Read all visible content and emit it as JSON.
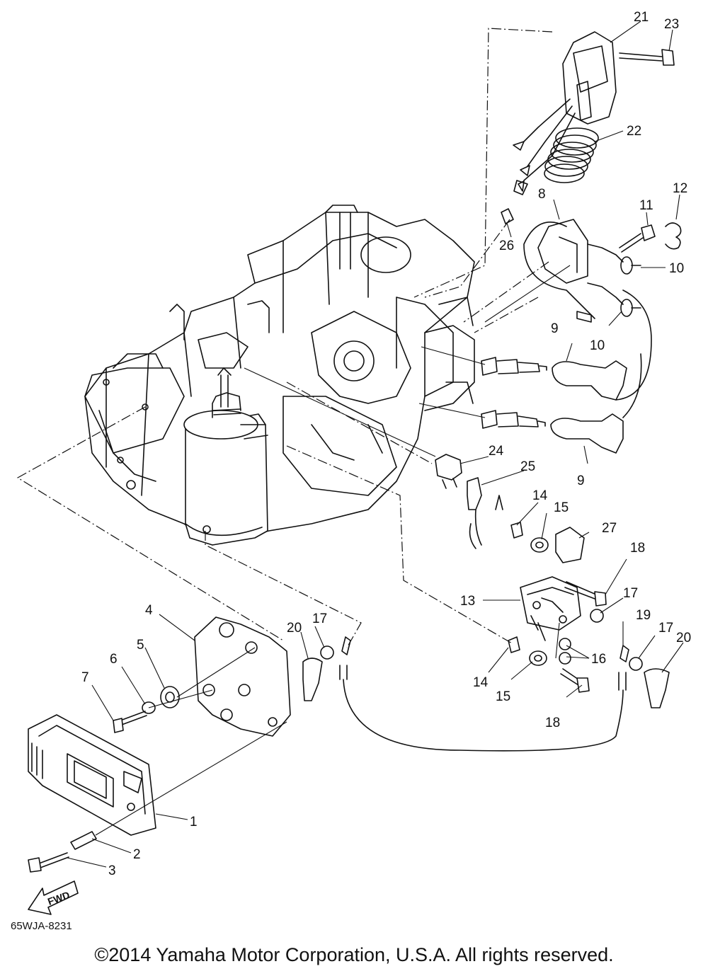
{
  "diagram_code": "65WJA-8231",
  "copyright": "©2014 Yamaha Motor Corporation, U.S.A. All rights reserved.",
  "fwd_label": "FWD",
  "callouts": [
    "1",
    "2",
    "3",
    "4",
    "5",
    "6",
    "7",
    "8",
    "9",
    "9",
    "10",
    "10",
    "11",
    "12",
    "13",
    "14",
    "14",
    "15",
    "15",
    "16",
    "17",
    "17",
    "17",
    "18",
    "18",
    "19",
    "20",
    "20",
    "21",
    "22",
    "23",
    "24",
    "25",
    "26",
    "27"
  ]
}
